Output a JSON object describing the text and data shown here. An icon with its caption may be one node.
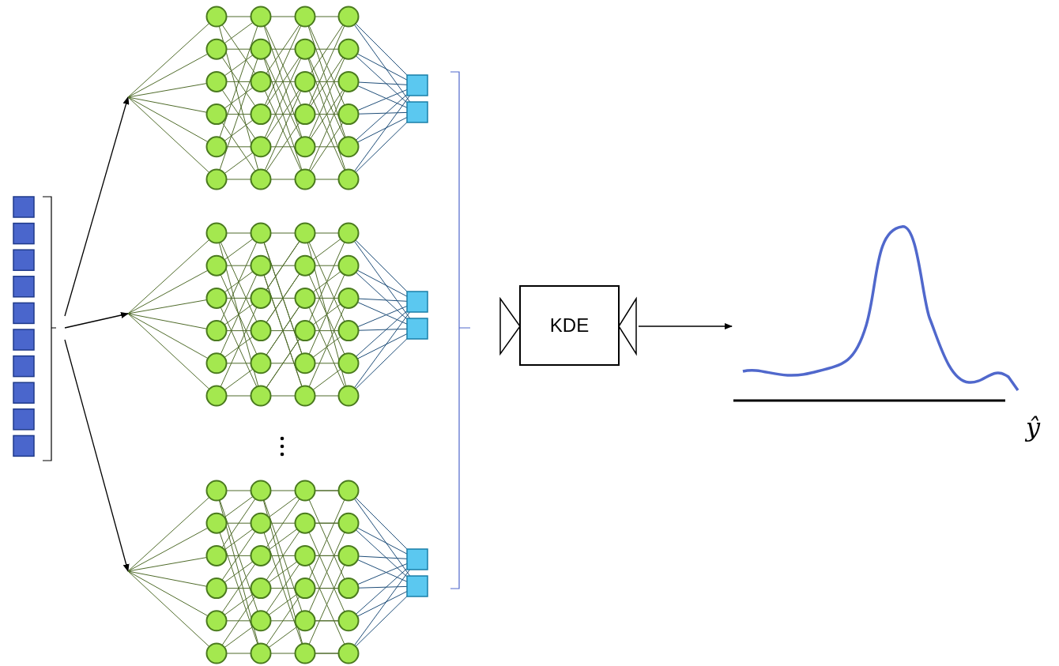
{
  "diagram": {
    "nodes": [
      {
        "text": [],
        "shape": "bar"
      },
      {
        "text": [],
        "shape": "picture"
      },
      {
        "text": [],
        "shape": "picture"
      },
      {
        "text": [],
        "shape": "picture"
      },
      {
        "text": [
          "KDE"
        ]
      },
      {
        "text": [],
        "shape": "picture"
      }
    ],
    "edges": [
      {
        "from": 0,
        "to": 1,
        "arrow": "to"
      },
      {
        "from": 0,
        "to": 2,
        "arrow": "to"
      },
      {
        "from": 0,
        "to": 3,
        "arrow": "to"
      },
      {
        "from": 4,
        "to": 5,
        "arrow": "to"
      }
    ],
    "labels": [
      "ŷ"
    ]
  }
}
